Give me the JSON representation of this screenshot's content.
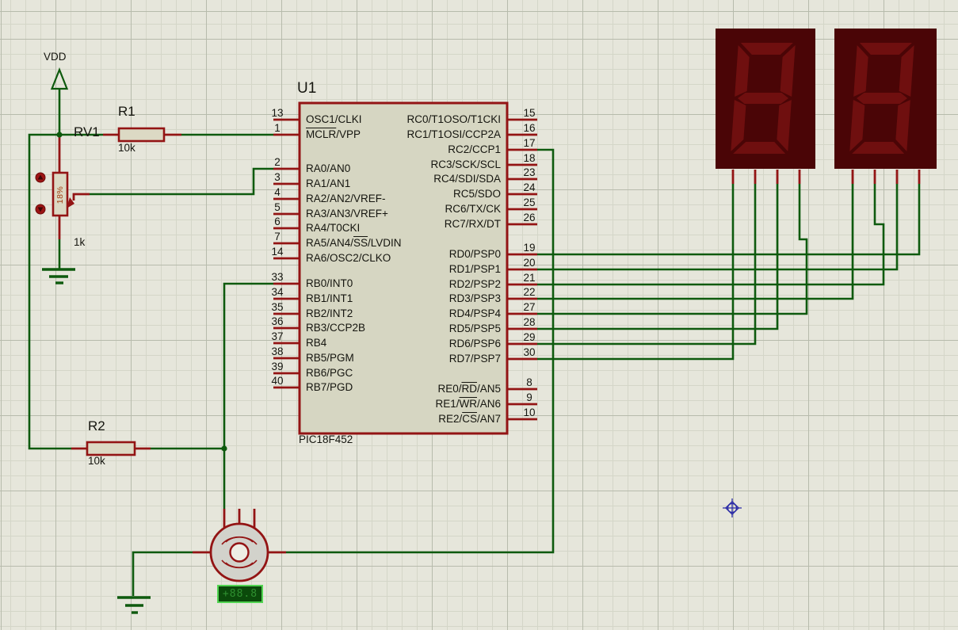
{
  "app": {
    "name": "schematic capture canvas"
  },
  "colors": {
    "canvas_bg": "#e6e6db",
    "wire_green": "#0e5a0e",
    "component_red": "#931414",
    "chip_fill": "#d6d6c2",
    "display_bg": "#4a0506",
    "display_segment_off": "#6f0f0f",
    "motor_fill": "#d2d2cb",
    "rpm_bg": "#0b4a0b",
    "rpm_border": "#52d452",
    "rpm_text": "#2f9030",
    "marker_blue": "#2a2aa6"
  },
  "power": {
    "vdd": {
      "label": "VDD"
    },
    "grounds": [
      {
        "name": "ground-near-pot"
      },
      {
        "name": "ground-near-motor"
      }
    ]
  },
  "resistors": [
    {
      "ref": "R1",
      "value": "10k"
    },
    {
      "ref": "R2",
      "value": "10k"
    }
  ],
  "potentiometer": {
    "ref": "RV1",
    "value": "1k",
    "wiper_percent": "18%"
  },
  "mcu": {
    "ref": "U1",
    "part": "PIC18F452",
    "left_pins": [
      {
        "num": "13",
        "label": [
          {
            "t": "OSC1/CLKI"
          }
        ]
      },
      {
        "num": "1",
        "label": [
          {
            "t": "MCLR",
            "over": true
          },
          {
            "t": "/VPP"
          }
        ]
      },
      {
        "num": "2",
        "label": [
          {
            "t": "RA0/AN0"
          }
        ]
      },
      {
        "num": "3",
        "label": [
          {
            "t": "RA1/AN1"
          }
        ]
      },
      {
        "num": "4",
        "label": [
          {
            "t": "RA2/AN2/VREF-"
          }
        ]
      },
      {
        "num": "5",
        "label": [
          {
            "t": "RA3/AN3/VREF+"
          }
        ]
      },
      {
        "num": "6",
        "label": [
          {
            "t": "RA4/T0CKI"
          }
        ]
      },
      {
        "num": "7",
        "label": [
          {
            "t": "RA5/AN4/"
          },
          {
            "t": "SS",
            "over": true
          },
          {
            "t": "/LVDIN"
          }
        ]
      },
      {
        "num": "14",
        "label": [
          {
            "t": "RA6/OSC2/CLKO"
          }
        ]
      },
      {
        "num": "33",
        "label": [
          {
            "t": "RB0/INT0"
          }
        ]
      },
      {
        "num": "34",
        "label": [
          {
            "t": "RB1/INT1"
          }
        ]
      },
      {
        "num": "35",
        "label": [
          {
            "t": "RB2/INT2"
          }
        ]
      },
      {
        "num": "36",
        "label": [
          {
            "t": "RB3/CCP2B"
          }
        ]
      },
      {
        "num": "37",
        "label": [
          {
            "t": "RB4"
          }
        ]
      },
      {
        "num": "38",
        "label": [
          {
            "t": "RB5/PGM"
          }
        ]
      },
      {
        "num": "39",
        "label": [
          {
            "t": "RB6/PGC"
          }
        ]
      },
      {
        "num": "40",
        "label": [
          {
            "t": "RB7/PGD"
          }
        ]
      }
    ],
    "right_pins": [
      {
        "num": "15",
        "label": [
          {
            "t": "RC0/T1OSO/T1CKI"
          }
        ]
      },
      {
        "num": "16",
        "label": [
          {
            "t": "RC1/T1OSI/CCP2A"
          }
        ]
      },
      {
        "num": "17",
        "label": [
          {
            "t": "RC2/CCP1"
          }
        ]
      },
      {
        "num": "18",
        "label": [
          {
            "t": "RC3/SCK/SCL"
          }
        ]
      },
      {
        "num": "23",
        "label": [
          {
            "t": "RC4/SDI/SDA"
          }
        ]
      },
      {
        "num": "24",
        "label": [
          {
            "t": "RC5/SDO"
          }
        ]
      },
      {
        "num": "25",
        "label": [
          {
            "t": "RC6/TX/CK"
          }
        ]
      },
      {
        "num": "26",
        "label": [
          {
            "t": "RC7/RX/DT"
          }
        ]
      },
      {
        "num": "19",
        "label": [
          {
            "t": "RD0/PSP0"
          }
        ]
      },
      {
        "num": "20",
        "label": [
          {
            "t": "RD1/PSP1"
          }
        ]
      },
      {
        "num": "21",
        "label": [
          {
            "t": "RD2/PSP2"
          }
        ]
      },
      {
        "num": "22",
        "label": [
          {
            "t": "RD3/PSP3"
          }
        ]
      },
      {
        "num": "27",
        "label": [
          {
            "t": "RD4/PSP4"
          }
        ]
      },
      {
        "num": "28",
        "label": [
          {
            "t": "RD5/PSP5"
          }
        ]
      },
      {
        "num": "29",
        "label": [
          {
            "t": "RD6/PSP6"
          }
        ]
      },
      {
        "num": "30",
        "label": [
          {
            "t": "RD7/PSP7"
          }
        ]
      },
      {
        "num": "8",
        "label": [
          {
            "t": "RE0/"
          },
          {
            "t": "RD",
            "over": true
          },
          {
            "t": "/AN5"
          }
        ]
      },
      {
        "num": "9",
        "label": [
          {
            "t": "RE1/"
          },
          {
            "t": "WR",
            "over": true
          },
          {
            "t": "/AN6"
          }
        ]
      },
      {
        "num": "10",
        "label": [
          {
            "t": "RE2/"
          },
          {
            "t": "CS",
            "over": true
          },
          {
            "t": "/AN7"
          }
        ]
      }
    ]
  },
  "seven_segment_displays": [
    {
      "id": "display-1",
      "state": "all segments off",
      "visible_pins": 4
    },
    {
      "id": "display-2",
      "state": "all segments off",
      "visible_pins": 4
    }
  ],
  "motor": {
    "type": "dc-motor",
    "readout": "+88.8"
  },
  "origin_marker": {
    "icon": "origin-crosshair-icon"
  }
}
